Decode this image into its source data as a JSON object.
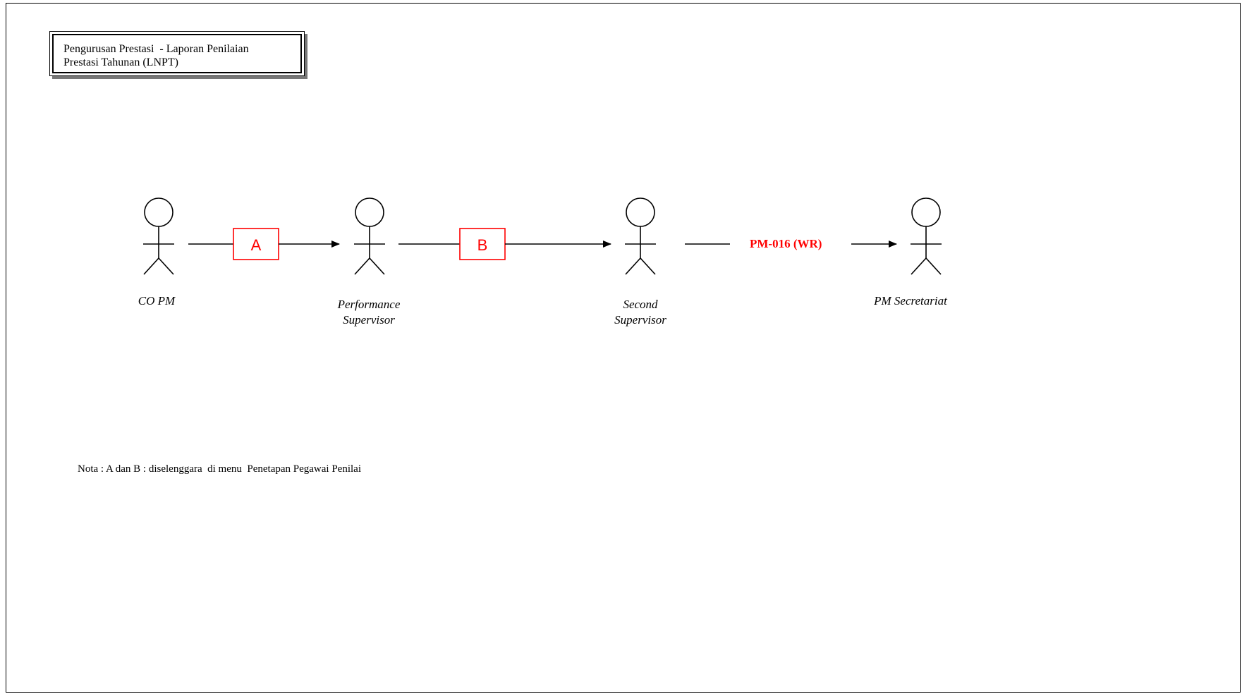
{
  "title": {
    "line1": "Pengurusan Prestasi  - Laporan Penilaian",
    "line2": "Prestasi Tahunan (LNPT)"
  },
  "actors": [
    {
      "name": "CO PM"
    },
    {
      "name": "Performance\nSupervisor"
    },
    {
      "name": "Second\nSupervisor"
    },
    {
      "name": "PM Secretariat"
    }
  ],
  "flows": [
    {
      "label": "A",
      "style": "box",
      "color": "#ff0000"
    },
    {
      "label": "B",
      "style": "box",
      "color": "#ff0000"
    },
    {
      "label": "PM-016 (WR)",
      "style": "text",
      "color": "#ff0000"
    }
  ],
  "note": "Nota : A dan B : diselenggara  di menu  Penetapan Pegawai Penilai",
  "icons": {
    "actor": "stick-figure-icon",
    "arrow": "arrowhead-icon"
  }
}
